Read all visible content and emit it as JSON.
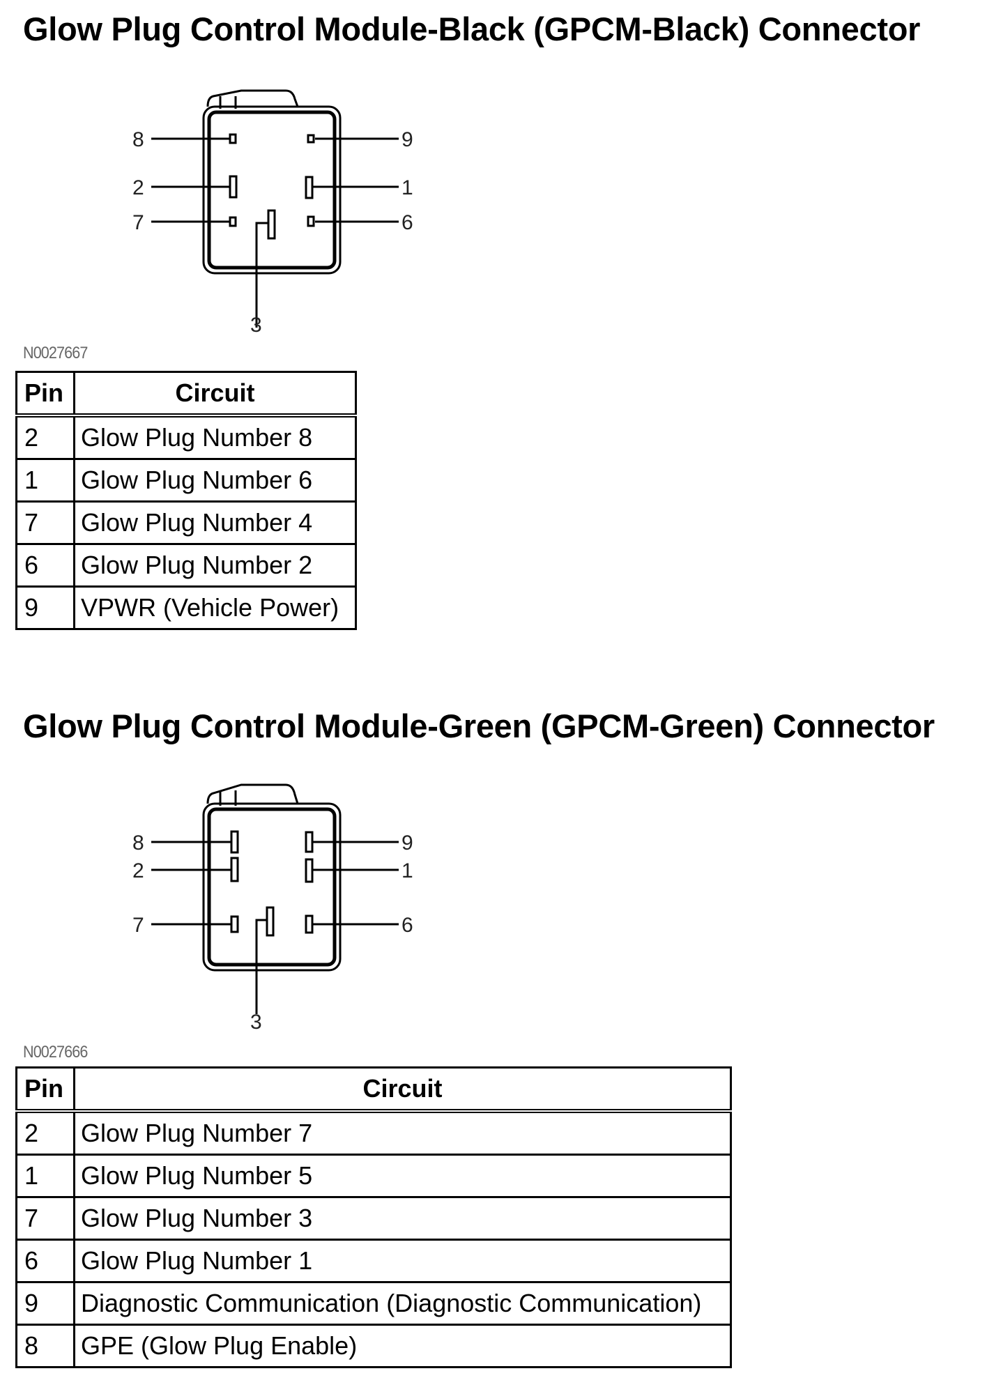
{
  "sections": [
    {
      "title": "Glow Plug Control Module-Black (GPCM-Black) Connector",
      "figure_id": "N0027667",
      "pin_labels": {
        "p8": "8",
        "p9": "9",
        "p2": "2",
        "p1": "1",
        "p7": "7",
        "p6": "6",
        "p3": "3"
      },
      "table": {
        "headers": [
          "Pin",
          "Circuit"
        ],
        "rows": [
          {
            "pin": "2",
            "circuit": "Glow Plug Number 8"
          },
          {
            "pin": "1",
            "circuit": "Glow Plug Number 6"
          },
          {
            "pin": "7",
            "circuit": "Glow Plug Number 4"
          },
          {
            "pin": "6",
            "circuit": "Glow Plug Number 2"
          },
          {
            "pin": "9",
            "circuit": "VPWR (Vehicle Power)"
          }
        ]
      }
    },
    {
      "title": "Glow Plug Control Module-Green (GPCM-Green) Connector",
      "figure_id": "N0027666",
      "pin_labels": {
        "p8": "8",
        "p9": "9",
        "p2": "2",
        "p1": "1",
        "p7": "7",
        "p6": "6",
        "p3": "3"
      },
      "table": {
        "headers": [
          "Pin",
          "Circuit"
        ],
        "rows": [
          {
            "pin": "2",
            "circuit": "Glow Plug Number 7"
          },
          {
            "pin": "1",
            "circuit": "Glow Plug Number 5"
          },
          {
            "pin": "7",
            "circuit": "Glow Plug Number 3"
          },
          {
            "pin": "6",
            "circuit": "Glow Plug Number 1"
          },
          {
            "pin": "9",
            "circuit": "Diagnostic Communication (Diagnostic Communication)"
          },
          {
            "pin": "8",
            "circuit": "GPE (Glow Plug Enable)"
          }
        ]
      }
    }
  ]
}
